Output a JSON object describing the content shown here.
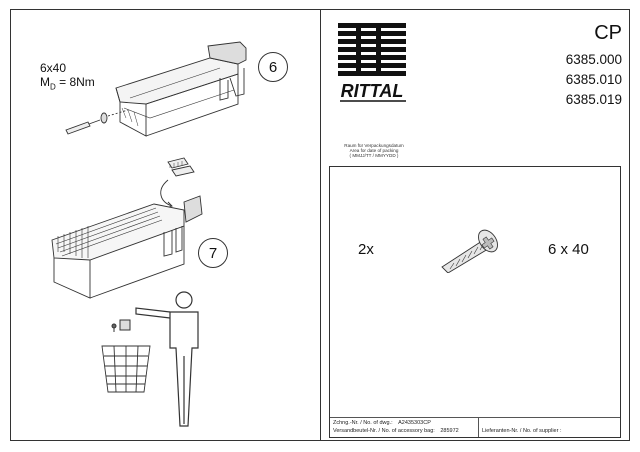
{
  "header": {
    "product_line": "CP",
    "codes": [
      "6385.000",
      "6385.010",
      "6385.019"
    ],
    "brand": "RITTAL"
  },
  "packing_date": {
    "line1": "Raum für Verpackungsdatum",
    "line2": "Area for date of packing",
    "line3": "( MMJJ/TT / MMYYDD )"
  },
  "steps": {
    "step6": "6",
    "step7": "7"
  },
  "screw_spec": {
    "size": "6x40",
    "torque_symbol": "M",
    "torque_sub": "D",
    "torque_value": "= 8Nm"
  },
  "accessory": {
    "quantity": "2x",
    "dimension": "6 x 40"
  },
  "footer": {
    "drawing_no_label": "Zchng.-Nr. / No. of dwg.:",
    "drawing_no_value": "A2435303CP",
    "bag_no_label": "Versandbeutel-Nr. / No. of accessory bag:",
    "bag_no_value": "285972",
    "supplier_label": "Lieferanten-Nr. / No. of supplier :"
  },
  "icons": [
    "rittal-logo",
    "trash-bin-icon",
    "person-disposal-icon",
    "screw-icon",
    "washer-icon",
    "screwdriver-icon"
  ]
}
